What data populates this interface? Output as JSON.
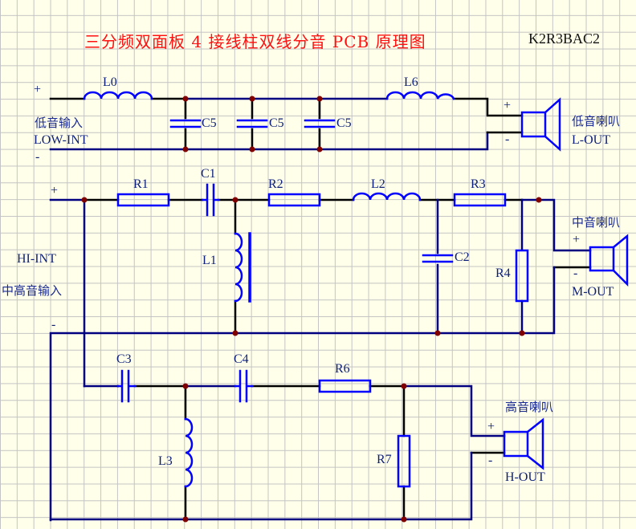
{
  "title": "三分频双面板 4 接线柱双线分音 PCB 原理图",
  "code": "K2R3BAC2",
  "colors": {
    "wire": "#000000",
    "bus": "#000080",
    "component": "#0000ff",
    "junction": "#800000",
    "title": "#ff0000",
    "label": "#000080"
  },
  "low_section": {
    "input_plus": "+",
    "input_minus": "-",
    "input_name_cn": "低音输入",
    "input_name": "LOW-INT",
    "components": [
      "L0",
      "C5",
      "C5",
      "C5",
      "L6"
    ],
    "out_plus": "+",
    "out_minus": "-",
    "speaker_cn": "低音喇叭",
    "speaker": "L-OUT"
  },
  "hi_input": {
    "plus": "+",
    "minus": "-",
    "name": "HI-INT",
    "name_cn": "中高音输入"
  },
  "mid_section": {
    "components": [
      "R1",
      "C1",
      "L1",
      "R2",
      "L2",
      "C2",
      "R3",
      "R4"
    ],
    "out_plus": "+",
    "out_minus": "-",
    "speaker_cn": "中音喇叭",
    "speaker": "M-OUT"
  },
  "high_section": {
    "components": [
      "C3",
      "C4",
      "L3",
      "R6",
      "R7"
    ],
    "out_plus": "+",
    "out_minus": "-",
    "speaker_cn": "高音喇叭",
    "speaker": "H-OUT"
  }
}
